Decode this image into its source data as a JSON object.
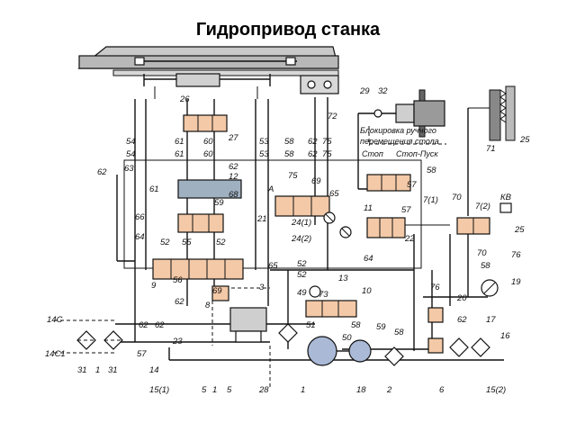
{
  "title": "Гидропривод станка",
  "notes": {
    "interlock_line1": "Блокировка ручного",
    "interlock_line2": "перемещения стола",
    "stop": "Стоп",
    "stop_start": "Стоп-Пуск",
    "kv": "КВ"
  },
  "labels": [
    {
      "id": "26",
      "text": "26"
    },
    {
      "id": "29",
      "text": "29"
    },
    {
      "id": "32",
      "text": "32"
    },
    {
      "id": "27",
      "text": "27"
    },
    {
      "id": "72",
      "text": "72"
    },
    {
      "id": "25a",
      "text": "25"
    },
    {
      "id": "54a",
      "text": "54"
    },
    {
      "id": "61a",
      "text": "61"
    },
    {
      "id": "60a",
      "text": "60"
    },
    {
      "id": "53a",
      "text": "53"
    },
    {
      "id": "58a",
      "text": "58"
    },
    {
      "id": "62a",
      "text": "62"
    },
    {
      "id": "75a",
      "text": "75"
    },
    {
      "id": "54b",
      "text": "54"
    },
    {
      "id": "61b",
      "text": "61"
    },
    {
      "id": "60b",
      "text": "60"
    },
    {
      "id": "53b",
      "text": "53"
    },
    {
      "id": "58b",
      "text": "58"
    },
    {
      "id": "62b",
      "text": "62"
    },
    {
      "id": "75b",
      "text": "75"
    },
    {
      "id": "71",
      "text": "71"
    },
    {
      "id": "62c",
      "text": "62"
    },
    {
      "id": "63",
      "text": "63"
    },
    {
      "id": "62d",
      "text": "62"
    },
    {
      "id": "12",
      "text": "12"
    },
    {
      "id": "68",
      "text": "68"
    },
    {
      "id": "61c",
      "text": "61"
    },
    {
      "id": "75c",
      "text": "75"
    },
    {
      "id": "69",
      "text": "69"
    },
    {
      "id": "A",
      "text": "А"
    },
    {
      "id": "58c",
      "text": "58"
    },
    {
      "id": "57a",
      "text": "57"
    },
    {
      "id": "7_1",
      "text": "7(1)"
    },
    {
      "id": "70a",
      "text": "70"
    },
    {
      "id": "7_2",
      "text": "7(2)"
    },
    {
      "id": "59a",
      "text": "59"
    },
    {
      "id": "21",
      "text": "21"
    },
    {
      "id": "65a",
      "text": "65"
    },
    {
      "id": "11",
      "text": "11"
    },
    {
      "id": "66",
      "text": "66"
    },
    {
      "id": "24_1",
      "text": "24(1)"
    },
    {
      "id": "57b",
      "text": "57"
    },
    {
      "id": "25b",
      "text": "25"
    },
    {
      "id": "64a",
      "text": "64"
    },
    {
      "id": "52a",
      "text": "52"
    },
    {
      "id": "55",
      "text": "55"
    },
    {
      "id": "52b",
      "text": "52"
    },
    {
      "id": "24_2",
      "text": "24(2)"
    },
    {
      "id": "22",
      "text": "22"
    },
    {
      "id": "76a",
      "text": "76"
    },
    {
      "id": "70b",
      "text": "70"
    },
    {
      "id": "58d",
      "text": "58"
    },
    {
      "id": "64b",
      "text": "64"
    },
    {
      "id": "65b",
      "text": "65"
    },
    {
      "id": "52c",
      "text": "52"
    },
    {
      "id": "52d",
      "text": "52"
    },
    {
      "id": "9",
      "text": "9"
    },
    {
      "id": "56",
      "text": "56"
    },
    {
      "id": "69b",
      "text": "69"
    },
    {
      "id": "3",
      "text": "3"
    },
    {
      "id": "13",
      "text": "13"
    },
    {
      "id": "10",
      "text": "10"
    },
    {
      "id": "19",
      "text": "19"
    },
    {
      "id": "73",
      "text": "73"
    },
    {
      "id": "76b",
      "text": "76"
    },
    {
      "id": "49",
      "text": "49"
    },
    {
      "id": "20",
      "text": "20"
    },
    {
      "id": "62e",
      "text": "62"
    },
    {
      "id": "8",
      "text": "8"
    },
    {
      "id": "62f",
      "text": "62"
    },
    {
      "id": "14C",
      "text": "14С"
    },
    {
      "id": "62g",
      "text": "62"
    },
    {
      "id": "62h",
      "text": "62"
    },
    {
      "id": "51",
      "text": "51"
    },
    {
      "id": "58e",
      "text": "58"
    },
    {
      "id": "59b",
      "text": "59"
    },
    {
      "id": "17",
      "text": "17"
    },
    {
      "id": "14C1",
      "text": "14С1"
    },
    {
      "id": "57c",
      "text": "57"
    },
    {
      "id": "23",
      "text": "23"
    },
    {
      "id": "58f",
      "text": "58"
    },
    {
      "id": "50",
      "text": "50"
    },
    {
      "id": "16",
      "text": "16"
    },
    {
      "id": "31a",
      "text": "31"
    },
    {
      "id": "1a",
      "text": "1"
    },
    {
      "id": "31b",
      "text": "31"
    },
    {
      "id": "14",
      "text": "14"
    },
    {
      "id": "15_1",
      "text": "15(1)"
    },
    {
      "id": "5a",
      "text": "5"
    },
    {
      "id": "1b",
      "text": "1"
    },
    {
      "id": "5b",
      "text": "5"
    },
    {
      "id": "28",
      "text": "28"
    },
    {
      "id": "1c",
      "text": "1"
    },
    {
      "id": "18",
      "text": "18"
    },
    {
      "id": "2",
      "text": "2"
    },
    {
      "id": "6",
      "text": "6"
    },
    {
      "id": "15_2",
      "text": "15(2)"
    }
  ]
}
